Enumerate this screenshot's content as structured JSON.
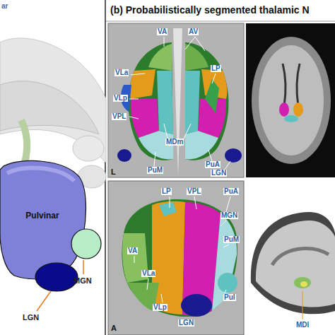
{
  "diagram": {
    "title": "(b) Probabilistically segmented thalamic N",
    "nodes": [
      {
        "text": [
          "Pulvinar"
        ]
      }
    ],
    "labels": [
      "ar",
      "VA",
      "AV",
      "VLa",
      "LP",
      "VLp",
      "VPL",
      "MDm",
      "PuM",
      "PuA",
      "LGN",
      "L",
      "LP",
      "VPL",
      "PuA",
      "MGN",
      "PuM",
      "VA",
      "VLa",
      "VLp",
      "LGN",
      "Pul",
      "A",
      "MDl",
      "MGN",
      "LGN"
    ]
  }
}
